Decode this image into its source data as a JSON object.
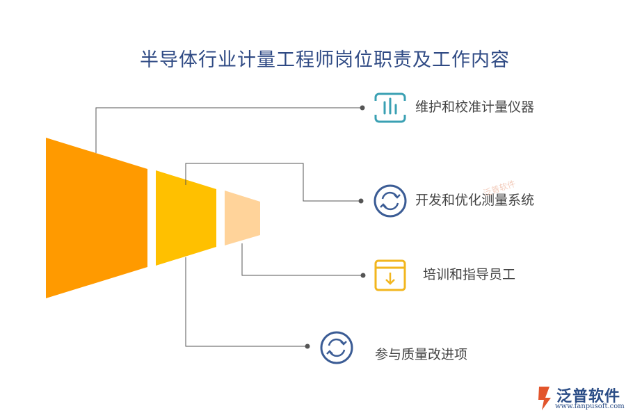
{
  "title": "半导体行业计量工程师岗位职责及工作内容",
  "items": [
    {
      "label": "维护和校准计量仪器",
      "icon": "bar-chart-icon",
      "icon_color": "#3aa0b3"
    },
    {
      "label": "开发和优化测量系统",
      "icon": "refresh-icon",
      "icon_color": "#3b5c95"
    },
    {
      "label": "培训和指导员工",
      "icon": "download-box-icon",
      "icon_color": "#f2b61e"
    },
    {
      "label": "参与质量改进项",
      "icon": "refresh-icon",
      "icon_color": "#3b5c95"
    }
  ],
  "funnel_colors": [
    "#ff9a00",
    "#ffc000",
    "#ffd39a"
  ],
  "logo": {
    "name": "泛普软件",
    "url": "www.fanpusoft.com"
  },
  "watermark": "泛普软件"
}
